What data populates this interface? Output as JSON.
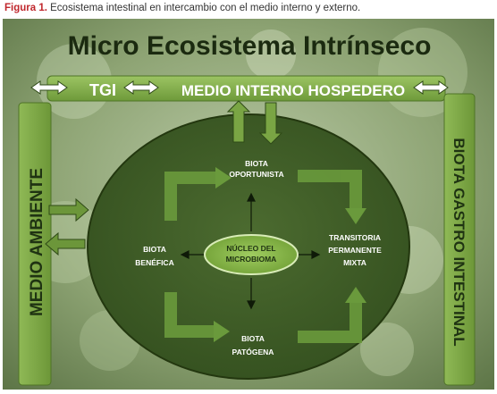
{
  "caption": {
    "label": "Figura 1.",
    "text": "Ecosistema intestinal en intercambio con el medio interno y externo."
  },
  "diagram": {
    "title": "Micro Ecosistema Intrínseco",
    "top_bar": {
      "left": "TGI",
      "right": "MEDIO INTERNO HOSPEDERO"
    },
    "left_bar": "MEDIO AMBIENTE",
    "right_bar": "BIOTA GASTRO INTESTINAL",
    "center": {
      "line1": "NÚCLEO DEL",
      "line2": "MICROBIOMA"
    },
    "nodes": {
      "top": {
        "line1": "BIOTA",
        "line2": "OPORTUNISTA"
      },
      "left": {
        "line1": "BIOTA",
        "line2": "BENÉFICA"
      },
      "right": {
        "line1": "TRANSITORIA",
        "line2": "PERMANENTE",
        "line3": "MIXTA"
      },
      "bottom": {
        "line1": "BIOTA",
        "line2": "PATÓGENA"
      }
    }
  },
  "colors": {
    "caption_label": "#c0272d",
    "ellipse_fill": "#3d5a26",
    "bar_fill": "#7fa94a",
    "text_dark": "#1f3312",
    "text_light": "#ffffff"
  }
}
